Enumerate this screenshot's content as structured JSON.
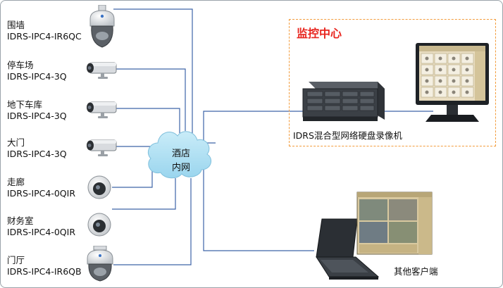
{
  "network": {
    "label_line1": "酒店",
    "label_line2": "内网"
  },
  "cameras": [
    {
      "location": "围墙",
      "model": "IDRS-IPC4-IR6QC",
      "icon": "speed-dome-camera-icon"
    },
    {
      "location": "停车场",
      "model": "IDRS-IPC4-3Q",
      "icon": "bullet-camera-icon"
    },
    {
      "location": "地下车库",
      "model": "IDRS-IPC4-3Q",
      "icon": "bullet-camera-icon"
    },
    {
      "location": "大门",
      "model": "IDRS-IPC4-3Q",
      "icon": "bullet-camera-icon"
    },
    {
      "location": "走廊",
      "model": "IDRS-IPC4-0QIR",
      "icon": "mini-dome-camera-icon"
    },
    {
      "location": "财务室",
      "model": "IDRS-IPC4-0QIR",
      "icon": "mini-dome-camera-icon"
    },
    {
      "location": "门厅",
      "model": "IDRS-IPC4-IR6QB",
      "icon": "speed-dome-camera-icon"
    }
  ],
  "monitor_center": {
    "title": "监控中心",
    "nvr_label": "IDRS混合型网络硬盘录像机",
    "accent_color": "#f39c3c",
    "title_color": "#e8261f"
  },
  "client": {
    "label": "其他客户端"
  },
  "colors": {
    "link": "#3d63a8"
  }
}
